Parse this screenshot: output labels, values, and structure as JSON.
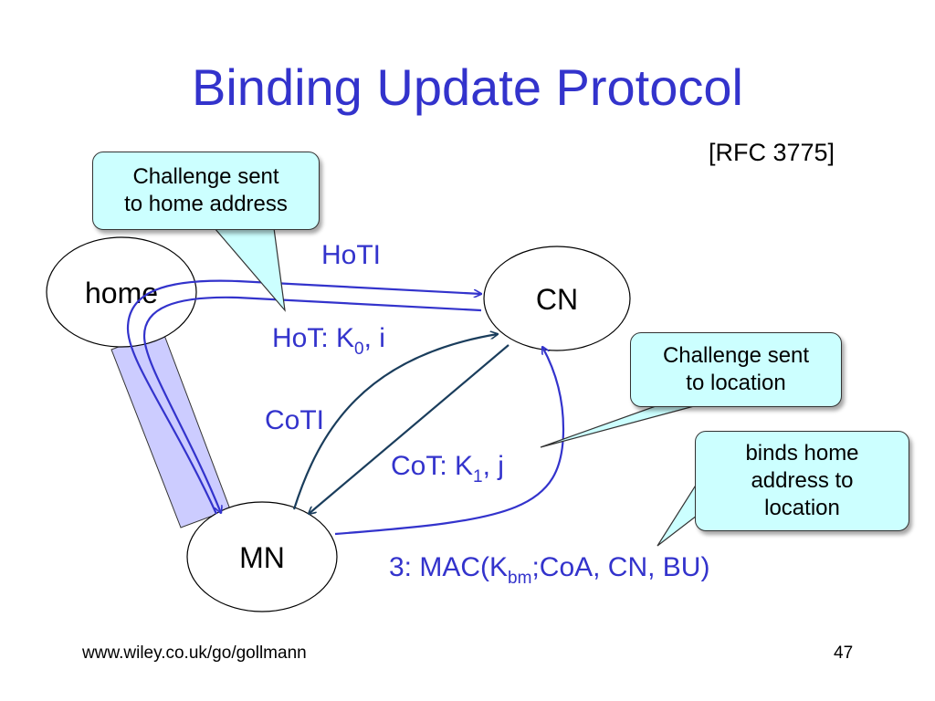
{
  "slide": {
    "title": "Binding Update Protocol",
    "reference": "[RFC 3775]"
  },
  "nodes": {
    "home": "home",
    "cn": "CN",
    "mn": "MN"
  },
  "messages": {
    "hoti": "HoTI",
    "hot_prefix": "HoT: K",
    "hot_sub": "0",
    "hot_suffix": ", i",
    "coti": "CoTI",
    "cot_prefix": "CoT: K",
    "cot_sub": "1",
    "cot_suffix": ", j",
    "mac_prefix": "3: MAC(K",
    "mac_sub": "bm",
    "mac_suffix": ";CoA, CN, BU)"
  },
  "callouts": {
    "home_challenge_line1": "Challenge sent",
    "home_challenge_line2": "to home address",
    "location_challenge_line1": "Challenge sent",
    "location_challenge_line2": "to location",
    "binds_line1": "binds home",
    "binds_line2": "address to",
    "binds_line3": "location"
  },
  "footer": {
    "url": "www.wiley.co.uk/go/gollmann",
    "page": "47"
  },
  "colors": {
    "title": "#3333cc",
    "arrow_blue": "#3333cc",
    "arrow_dark": "#1a3d5c",
    "tunnel_fill": "#ccccff",
    "callout_fill": "#ccffff"
  }
}
